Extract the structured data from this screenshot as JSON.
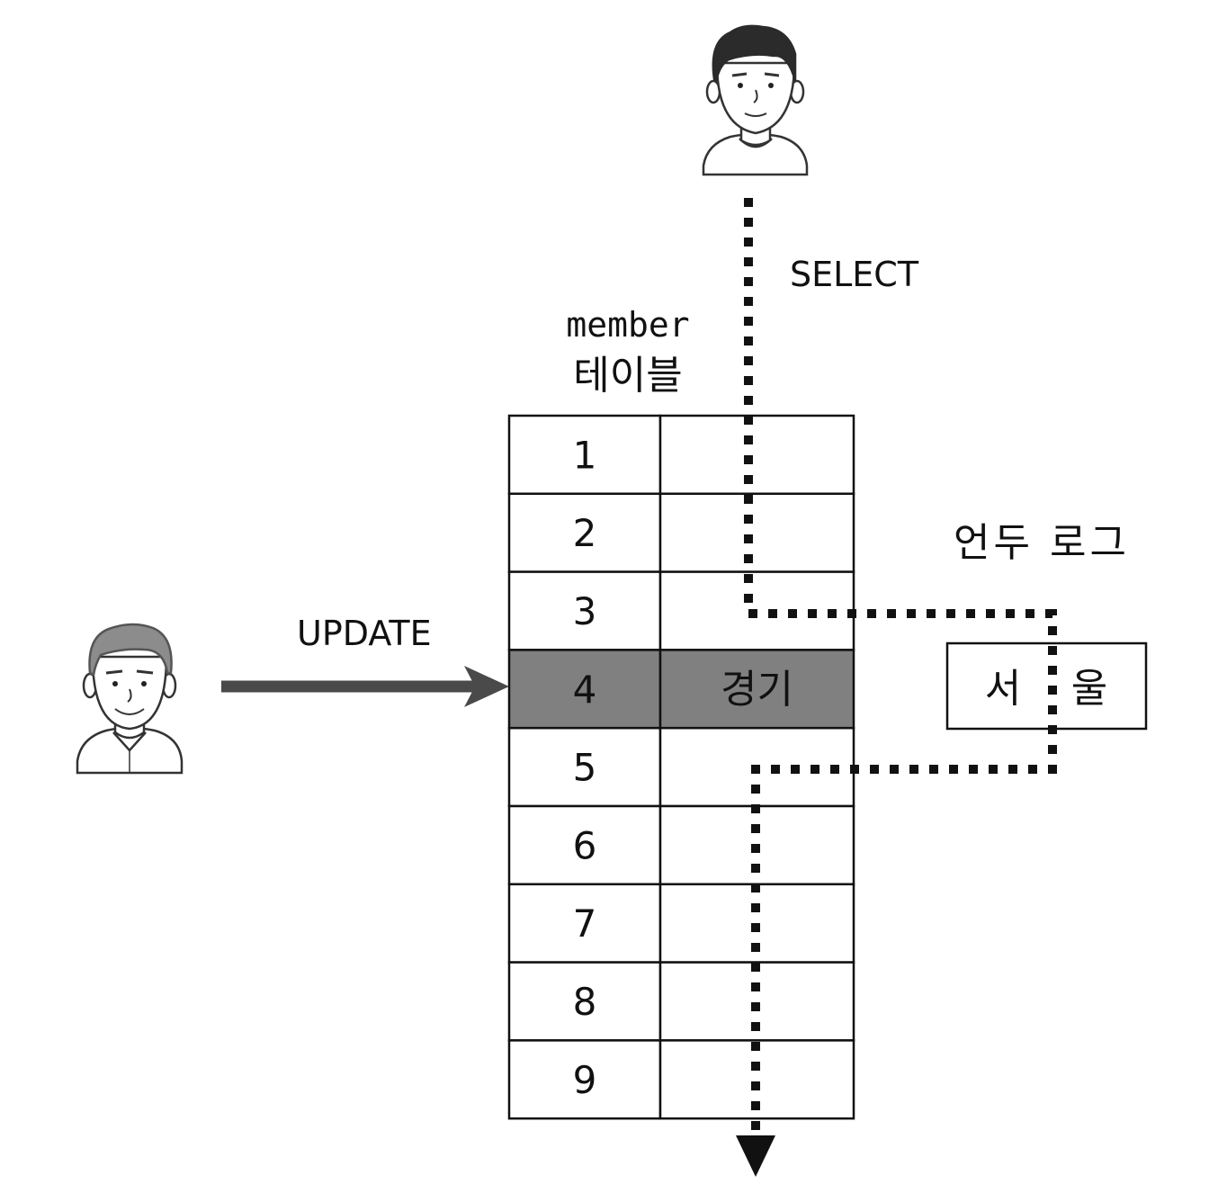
{
  "select_user": {
    "label": "SELECT"
  },
  "update_user": {
    "label": "UPDATE"
  },
  "table": {
    "name": "member",
    "caption": "테이블",
    "rows": [
      {
        "id": "1",
        "value": ""
      },
      {
        "id": "2",
        "value": ""
      },
      {
        "id": "3",
        "value": ""
      },
      {
        "id": "4",
        "value": "경기",
        "highlighted": true
      },
      {
        "id": "5",
        "value": ""
      },
      {
        "id": "6",
        "value": ""
      },
      {
        "id": "7",
        "value": ""
      },
      {
        "id": "8",
        "value": ""
      },
      {
        "id": "9",
        "value": ""
      }
    ]
  },
  "undo_log": {
    "title": "언두 로그",
    "value_left": "서",
    "value_right": "울"
  },
  "colors": {
    "line": "#111111",
    "highlight_fill": "#808080",
    "arrow": "#4a4a4a",
    "icon_stroke": "#333333",
    "hair_dark": "#2b2b2b",
    "hair_gray": "#8c8c8c"
  }
}
